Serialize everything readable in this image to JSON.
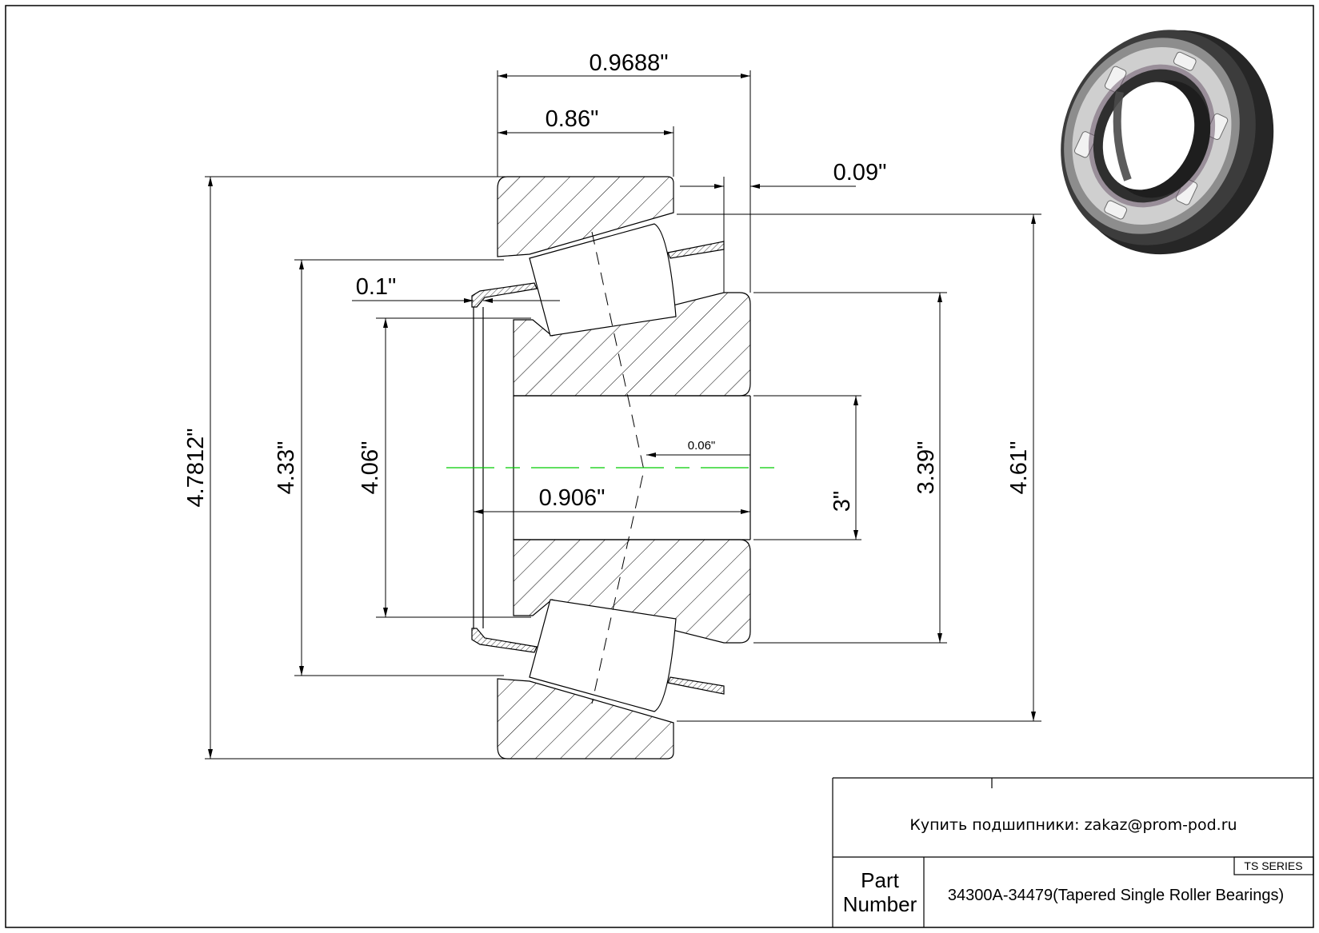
{
  "dimensions": {
    "width_overall": "0.9688\"",
    "width_cone": "0.86\"",
    "offset_0_09": "0.09\"",
    "offset_0_1": "0.1\"",
    "offset_0_06": "0.06\"",
    "width_cup": "0.906\"",
    "outer_diameter": "4.7812\"",
    "d_4_33": "4.33\"",
    "d_4_06": "4.06\"",
    "bore": "3\"",
    "d_3_39": "3.39\"",
    "d_4_61": "4.61\""
  },
  "title_block": {
    "contact": "Купить подшипники: zakaz@prom-pod.ru",
    "part_label_line1": "Part",
    "part_label_line2": "Number",
    "part_number": "34300A-34479(Tapered Single Roller Bearings)",
    "series": "TS SERIES"
  },
  "colors": {
    "line": "#000000",
    "centerline": "#00cc00",
    "bearing_dark": "#2a2a2a",
    "bearing_mid": "#6a6a6a",
    "bearing_light": "#d8d8d8"
  }
}
